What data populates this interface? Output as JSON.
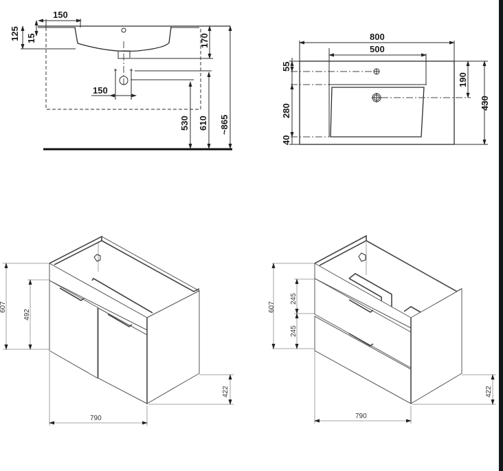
{
  "side_view": {
    "title": "washbasin-side-elevation",
    "dims": {
      "tap_offset": "150",
      "basin_total_height": "125",
      "rim_thickness": "15",
      "waste_depth": "170",
      "trap_width": "150",
      "waste_outlet_height": "530",
      "supply_height": "610",
      "top_height": "~865"
    }
  },
  "top_view": {
    "title": "washbasin-plan-view",
    "dims": {
      "overall_width": "800",
      "bowl_width": "500",
      "tap_hole_offset": "55",
      "bowl_depth": "280",
      "front_rim": "40",
      "drain_offset": "190",
      "overall_depth": "430"
    }
  },
  "cabinet_doors": {
    "title": "vanity-unit-two-doors",
    "dims": {
      "total_height": "607",
      "door_height": "492",
      "width": "790",
      "depth": "422"
    }
  },
  "cabinet_drawers": {
    "title": "vanity-unit-two-drawers",
    "dims": {
      "total_height": "607",
      "drawer_top_height": "245",
      "drawer_bottom_height": "245",
      "width": "790",
      "depth": "422"
    }
  },
  "colors": {
    "line": "#2a2a2a",
    "background": "#ffffff",
    "edge_bar": "#15161a"
  }
}
